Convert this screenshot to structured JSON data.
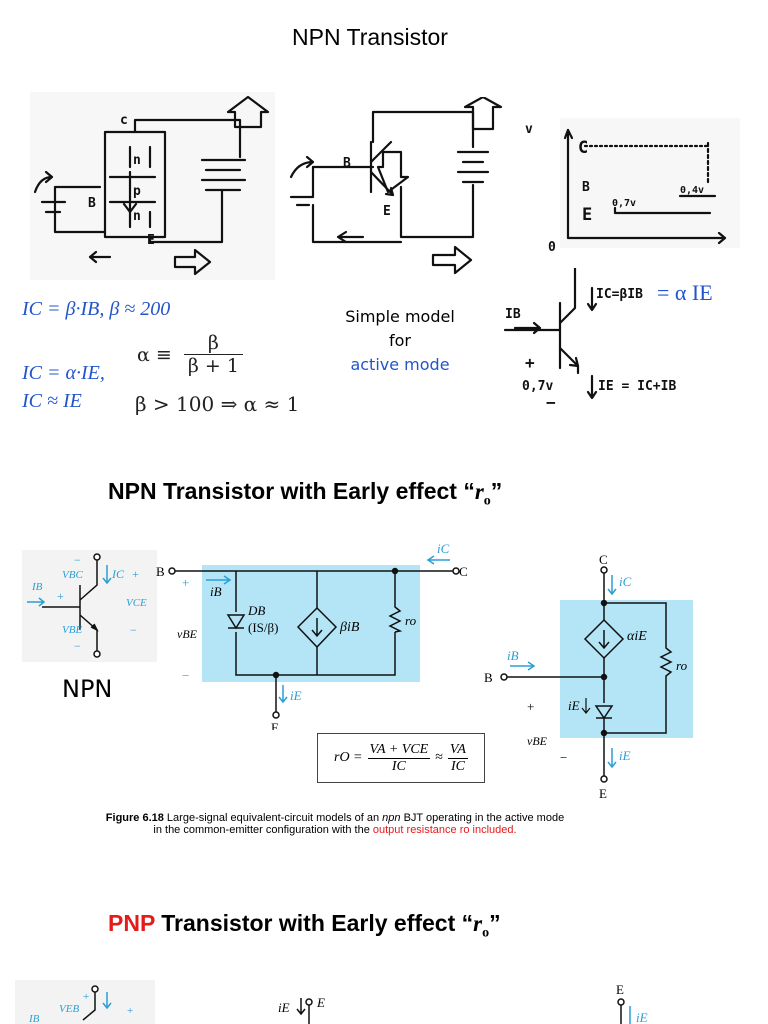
{
  "sections": {
    "npn_title": "NPN Transistor",
    "early_title_prefix": "NPN Transistor with Early effect “",
    "early_title_var": "r",
    "early_title_sub": "o",
    "early_title_suffix": "”",
    "pnp_word": "PNP",
    "pnp_title_rest": " Transistor with Early effect “"
  },
  "sketch1": {
    "c": "c",
    "b": "B",
    "p": "p",
    "n_top": "n",
    "n_bot": "n",
    "e": "E"
  },
  "sketch2": {
    "b": "B",
    "e": "E"
  },
  "sketch3": {
    "v": "v",
    "c": "C",
    "b": "B",
    "e": "E",
    "v07": "0,7v",
    "v04": "0,4v",
    "origin": "0"
  },
  "equations": {
    "ic_beta": "IC = β·IB,  β ≈ 200",
    "ic_alpha": "IC = α·IE,",
    "ic_approx": "IC ≈ IE",
    "alpha_def_lhs": "α ≡",
    "alpha_def_num": "β",
    "alpha_def_den": "β + 1",
    "beta_gt": "β > 100 ⇒ α ≈ 1"
  },
  "simple_model": {
    "line1": "Simple model",
    "line2": "for",
    "line3": "active mode"
  },
  "model_sketch": {
    "ib": "IB",
    "ic_eq": "IC=βIB",
    "alpha_ie": "= α IE",
    "plus": "+",
    "v07": "0,7v",
    "minus": "−",
    "ie_eq": "IE = IC+IB"
  },
  "npn_symbol": {
    "vbc": "VBC",
    "ic": "IC",
    "vce": "VCE",
    "ib": "IB",
    "vbe": "VBE",
    "minus": "−",
    "plus": "+",
    "label": "NPN"
  },
  "circuit1": {
    "ic": "iC",
    "b": "B",
    "c": "C",
    "ib": "iB",
    "db": "DB",
    "db_param": "(IS/β)",
    "beta_ib": "βiB",
    "ro": "ro",
    "vbe": "vBE",
    "plus": "+",
    "minus": "−",
    "ie": "iE",
    "e": "E"
  },
  "ro_formula": {
    "lhs": "rO =",
    "num": "VA + VCE",
    "den": "IC",
    "approx": "≈",
    "num2": "VA",
    "den2": "IC"
  },
  "circuit2": {
    "c": "C",
    "ic": "iC",
    "alpha_ie": "αiE",
    "ro": "ro",
    "ib": "iB",
    "b": "B",
    "ie": "iE",
    "plus": "+",
    "vbe": "vBE",
    "minus": "−",
    "ie2": "iE",
    "e": "E"
  },
  "figure_caption": {
    "label": "Figure 6.18",
    "text1": " Large-signal equivalent-circuit models of an ",
    "npn": "npn",
    "text2": " BJT operating in the active mode",
    "line2": "in the common-emitter configuration with the ",
    "red": "output resistance ro included."
  },
  "pnp_bottom": {
    "veb": "VEB",
    "ib": "IB",
    "plus": "+",
    "ie": "iE",
    "e": "E",
    "e2": "E",
    "ie2": "iE"
  },
  "colors": {
    "blue_text": "#2255cc",
    "cyan_box": "#b3e5f7",
    "pnp_red": "#e31b1b",
    "cyan_arrow": "#2a9fd6"
  }
}
